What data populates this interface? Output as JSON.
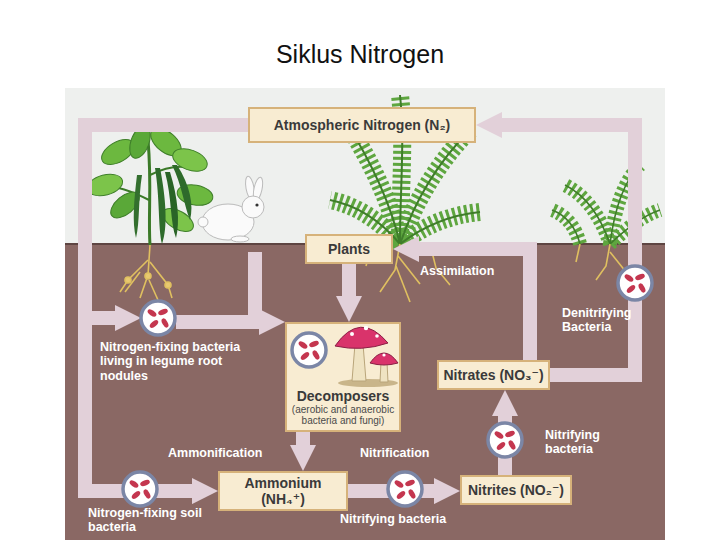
{
  "diagram": {
    "title": "Siklus Nitrogen",
    "nodes": [
      {
        "text": [
          "Atmospheric Nitrogen (N₂)"
        ]
      },
      {
        "text": [
          "Plants"
        ]
      },
      {
        "text": [
          "Decomposers",
          "(aerobic and anaerobic bacteria and fungi)"
        ]
      },
      {
        "text": [
          "Nitrates (NO₃⁻)"
        ]
      },
      {
        "text": [
          "Ammonium (NH₄⁺)"
        ]
      },
      {
        "text": [
          "Nitrites (NO₂⁻)"
        ]
      }
    ],
    "edges": [
      {
        "from": 0,
        "to": 4,
        "arrow": "to"
      },
      {
        "from": 1,
        "to": 2,
        "arrow": "to"
      },
      {
        "from": 2,
        "to": 4,
        "label": "Ammonification",
        "arrow": "to"
      },
      {
        "from": 4,
        "to": 5,
        "label": "Nitrification",
        "arrow": "to"
      },
      {
        "from": 5,
        "to": 3,
        "arrow": "to"
      },
      {
        "from": 3,
        "to": 1,
        "label": "Assimilation",
        "arrow": "to"
      },
      {
        "from": 3,
        "to": 0,
        "arrow": "to"
      }
    ],
    "labels": [
      "Denitrifying Bacteria",
      "Nitrogen-fixing bacteria living in legume root nodules",
      "Nitrifying bacteria",
      "Nitrogen-fixing soil bacteria",
      "Nitrifying bacteria"
    ]
  }
}
